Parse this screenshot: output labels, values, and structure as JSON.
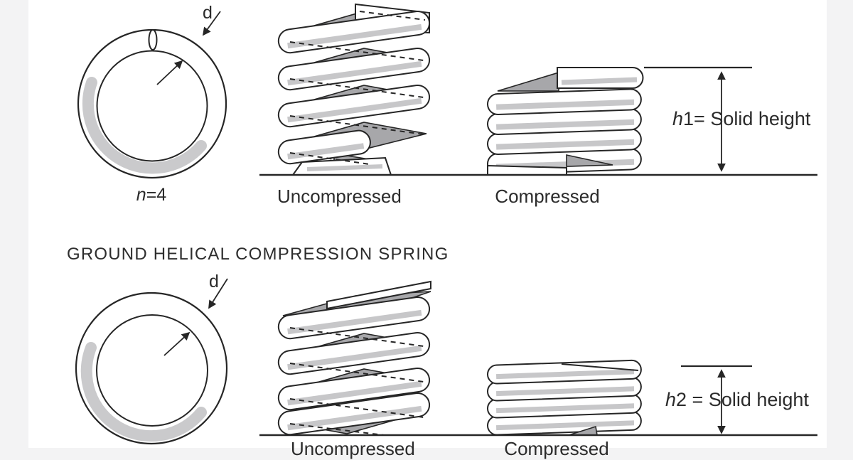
{
  "figure": {
    "top_row": {
      "wire_label": "d",
      "coil_count": {
        "var": "n",
        "rest": "=4"
      },
      "uncompressed_label": "Uncompressed",
      "compressed_label": "Compressed",
      "solid_height": {
        "var": "h",
        "rest": "1= Solid height"
      }
    },
    "section_title": "GROUND HELICAL COMPRESSION SPRING",
    "bottom_row": {
      "wire_label": "d",
      "uncompressed_label": "Uncompressed",
      "compressed_label": "Compressed",
      "solid_height": {
        "var": "h",
        "rest": "2 = Solid height"
      }
    },
    "colors": {
      "line": "#262626",
      "coil_shade_dark": "#a7a7aa",
      "coil_shade_light": "#c7c7c9",
      "ring_shade": "#cacacc",
      "background": "#ffffff",
      "margin_gray": "#f3f3f4"
    }
  }
}
